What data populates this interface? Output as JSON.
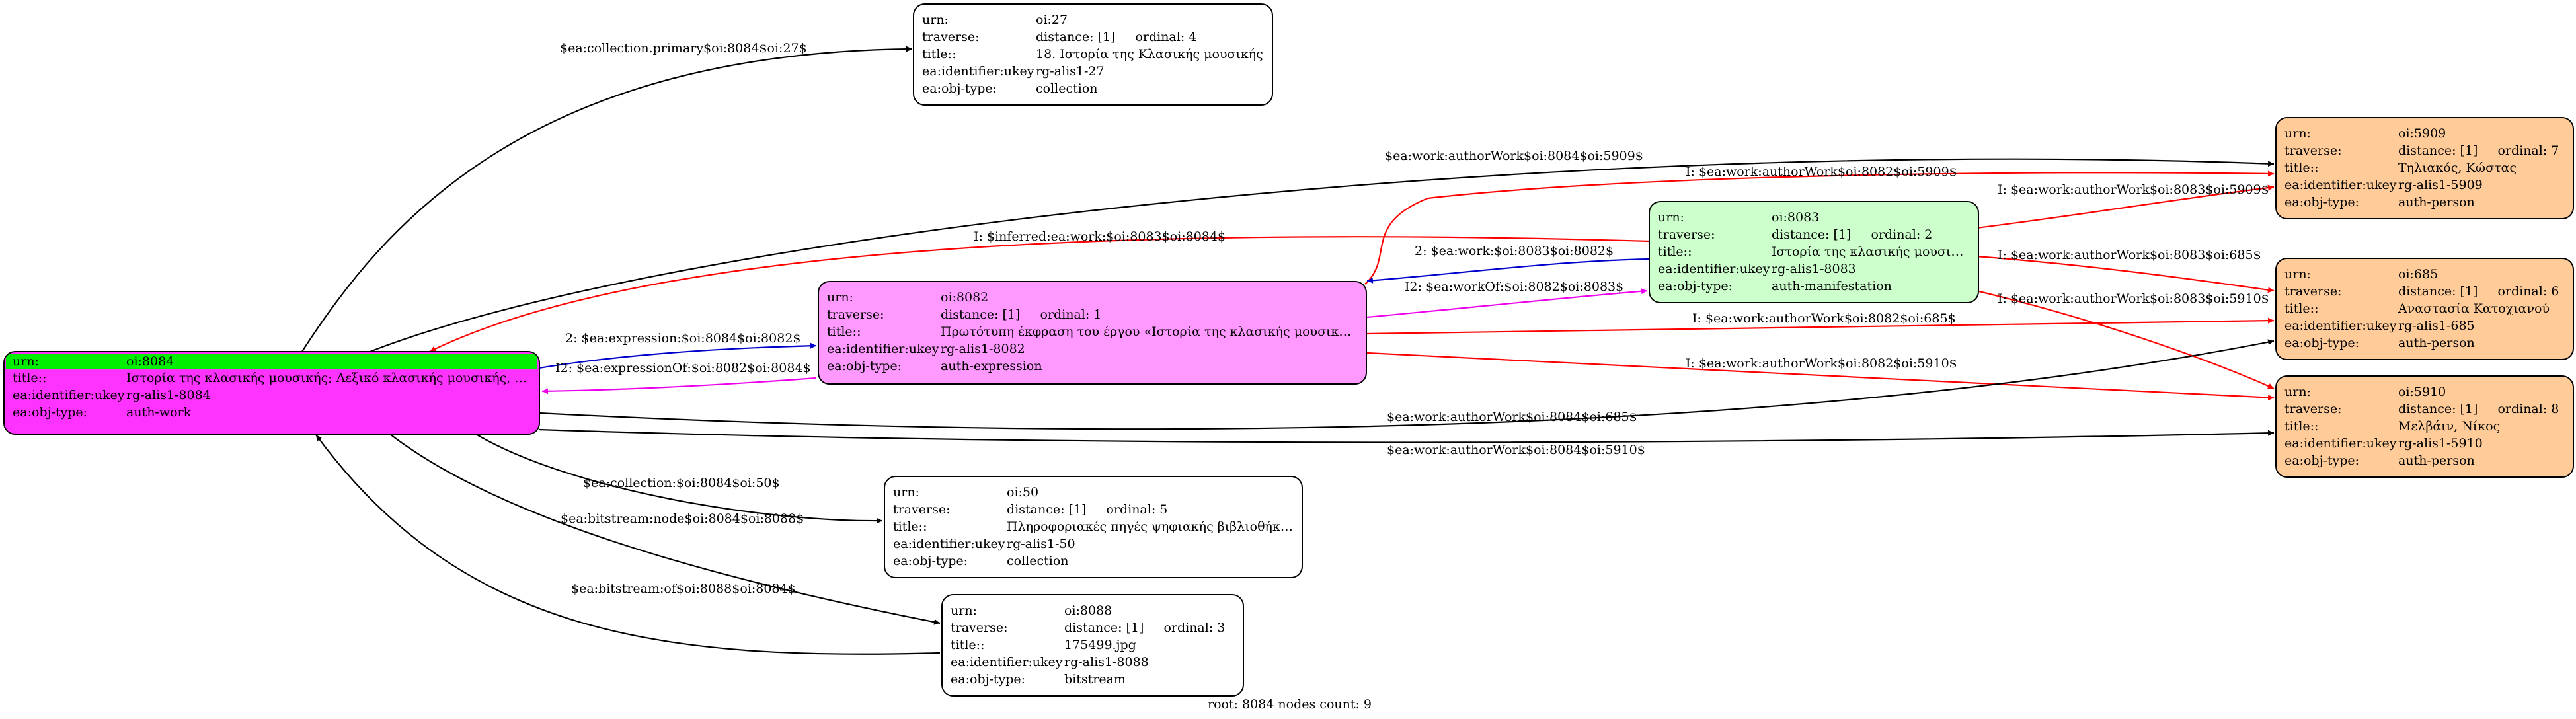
{
  "colors": {
    "root_fill": "#ff33ff",
    "root_header": "#00ee00",
    "expression_fill": "#ff99ff",
    "manifestation_fill": "#ccffcc",
    "person_fill": "#ffcc99",
    "plain_fill": "#ffffff",
    "black_edge": "#000000",
    "red_edge": "#ff0000",
    "blue_edge": "#0000cc",
    "magenta_edge": "#ee00ee"
  },
  "keys": {
    "urn": "urn:",
    "traverse": "traverse:",
    "title": "title::",
    "ukey": "ea:identifier:ukey",
    "objtype": "ea:obj-type:"
  },
  "nodes": {
    "n8084": {
      "urn": "oi:8084",
      "title": "Ιστορία της κλασικής μουσικής; Λεξικό κλασικής μουσικής, Α...",
      "ukey": "rg-alis1-8084",
      "objtype": "auth-work"
    },
    "n27": {
      "urn": "oi:27",
      "distance": "distance: [1]",
      "ordinal": "ordinal: 4",
      "title": "18. Ιστορία της Κλασικής μουσικής",
      "ukey": "rg-alis1-27",
      "objtype": "collection"
    },
    "n8082": {
      "urn": "oi:8082",
      "distance": "distance: [1]",
      "ordinal": "ordinal: 1",
      "title": "Πρωτότυπη έκφραση του έργου «Ιστορία της κλασικής μουσικής...",
      "ukey": "rg-alis1-8082",
      "objtype": "auth-expression"
    },
    "n8083": {
      "urn": "oi:8083",
      "distance": "distance: [1]",
      "ordinal": "ordinal: 2",
      "title": "Ιστορία της κλασικής μουσικής",
      "ukey": "rg-alis1-8083",
      "objtype": "auth-manifestation"
    },
    "n5909": {
      "urn": "oi:5909",
      "distance": "distance: [1]",
      "ordinal": "ordinal: 7",
      "title": "Τηλιακός, Κώστας",
      "ukey": "rg-alis1-5909",
      "objtype": "auth-person"
    },
    "n685": {
      "urn": "oi:685",
      "distance": "distance: [1]",
      "ordinal": "ordinal: 6",
      "title": "Αναστασία Κατοχιανού",
      "ukey": "rg-alis1-685",
      "objtype": "auth-person"
    },
    "n5910": {
      "urn": "oi:5910",
      "distance": "distance: [1]",
      "ordinal": "ordinal: 8",
      "title": "Μελβάιν, Νίκος",
      "ukey": "rg-alis1-5910",
      "objtype": "auth-person"
    },
    "n50": {
      "urn": "oi:50",
      "distance": "distance: [1]",
      "ordinal": "ordinal: 5",
      "title": "Πληροφοριακές πηγές ψηφιακής βιβλιοθήκης",
      "ukey": "rg-alis1-50",
      "objtype": "collection"
    },
    "n8088": {
      "urn": "oi:8088",
      "distance": "distance: [1]",
      "ordinal": "ordinal: 3",
      "title": "175499.jpg",
      "ukey": "rg-alis1-8088",
      "objtype": "bitstream"
    }
  },
  "edges": [
    {
      "id": "e-collection-primary",
      "label": "$ea:collection.primary$oi:8084$oi:27$",
      "color": "black"
    },
    {
      "id": "e-author-8084-5909",
      "label": "$ea:work:authorWork$oi:8084$oi:5909$",
      "color": "black"
    },
    {
      "id": "e-author-8082-5909",
      "label": "I: $ea:work:authorWork$oi:8082$oi:5909$",
      "color": "red"
    },
    {
      "id": "e-author-8083-5909",
      "label": "I: $ea:work:authorWork$oi:8083$oi:5909$",
      "color": "red"
    },
    {
      "id": "e-inferred-work",
      "label": "I: $inferred:ea:work:$oi:8083$oi:8084$",
      "color": "red"
    },
    {
      "id": "e-work-8083-8082",
      "label": "2: $ea:work:$oi:8083$oi:8082$",
      "color": "blue"
    },
    {
      "id": "e-author-8083-685",
      "label": "I: $ea:work:authorWork$oi:8083$oi:685$",
      "color": "red"
    },
    {
      "id": "e-workof-8082-8083",
      "label": "I2: $ea:workOf:$oi:8082$oi:8083$",
      "color": "magenta"
    },
    {
      "id": "e-author-8083-5910",
      "label": "I: $ea:work:authorWork$oi:8083$oi:5910$",
      "color": "red"
    },
    {
      "id": "e-expression-8084-8082",
      "label": "2: $ea:expression:$oi:8084$oi:8082$",
      "color": "blue"
    },
    {
      "id": "e-author-8082-685",
      "label": "I: $ea:work:authorWork$oi:8082$oi:685$",
      "color": "red"
    },
    {
      "id": "e-expressionof-8082-8084",
      "label": "I2: $ea:expressionOf:$oi:8082$oi:8084$",
      "color": "magenta"
    },
    {
      "id": "e-author-8082-5910",
      "label": "I: $ea:work:authorWork$oi:8082$oi:5910$",
      "color": "red"
    },
    {
      "id": "e-author-8084-685",
      "label": "$ea:work:authorWork$oi:8084$oi:685$",
      "color": "black"
    },
    {
      "id": "e-author-8084-5910",
      "label": "$ea:work:authorWork$oi:8084$oi:5910$",
      "color": "black"
    },
    {
      "id": "e-collection-8084-50",
      "label": "$ea:collection:$oi:8084$oi:50$",
      "color": "black"
    },
    {
      "id": "e-bitstream-node",
      "label": "$ea:bitstream:node$oi:8084$oi:8088$",
      "color": "black"
    },
    {
      "id": "e-bitstream-of",
      "label": "$ea:bitstream:of$oi:8088$oi:8084$",
      "color": "black"
    }
  ],
  "footer": "root: 8084 nodes count: 9"
}
